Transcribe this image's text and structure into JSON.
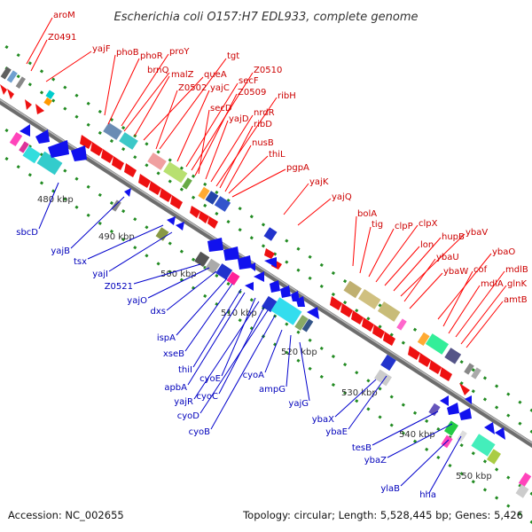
{
  "title": "Escherichia coli O157:H7 EDL933, complete genome",
  "footer": {
    "accession": "Accession: NC_002655",
    "topology": "Topology: circular; Length: 5,528,445 bp; Genes: 5,426"
  },
  "colors": {
    "forward": "#d40000",
    "reverse": "#0000cc",
    "backbone": "#808080",
    "tick": "#228b22"
  },
  "scale": [
    "480 kbp",
    "490 kbp",
    "500 kbp",
    "510 kbp",
    "520 kbp",
    "530 kbp",
    "540 kbp",
    "550 kbp"
  ],
  "forward_genes": [
    "aroM",
    "Z0491",
    "yajF",
    "phoB",
    "phoR",
    "proY",
    "brnQ",
    "malZ",
    "queA",
    "tgt",
    "Z0502",
    "yajC",
    "secF",
    "Z0510",
    "Z0509",
    "secD",
    "yajD",
    "nrdR",
    "ribH",
    "ribD",
    "nusB",
    "thiL",
    "pgpA",
    "yajK",
    "yajQ",
    "bolA",
    "tig",
    "clpP",
    "clpX",
    "lon",
    "hupB",
    "ybaV",
    "ybaU",
    "ybaW",
    "ybaO",
    "cof",
    "mdlB",
    "mdlA",
    "glnK",
    "amtB"
  ],
  "reverse_genes": [
    "sbcD",
    "yajB",
    "tsx",
    "yajI",
    "Z0521",
    "yajO",
    "dxs",
    "ispA",
    "xseB",
    "thiI",
    "apbA",
    "cyoE",
    "yajR",
    "cyoC",
    "cyoD",
    "cyoB",
    "cyoA",
    "ampG",
    "yajG",
    "ybaX",
    "ybaE",
    "tesB",
    "ybaZ",
    "ylaB",
    "hha"
  ]
}
